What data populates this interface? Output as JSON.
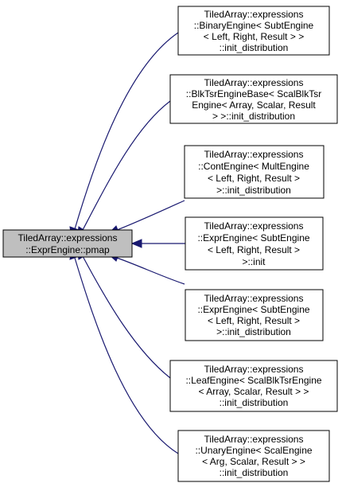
{
  "diagram": {
    "focus_node": {
      "lines": [
        "TiledArray::expressions",
        "::ExprEngine::pmap"
      ]
    },
    "nodes": [
      {
        "lines": [
          "TiledArray::expressions",
          "::BinaryEngine< SubtEngine",
          "< Left, Right, Result > >",
          "::init_distribution"
        ]
      },
      {
        "lines": [
          "TiledArray::expressions",
          "::BlkTsrEngineBase< ScalBlkTsr",
          "Engine< Array, Scalar, Result",
          "> >::init_distribution"
        ]
      },
      {
        "lines": [
          "TiledArray::expressions",
          "::ContEngine< MultEngine",
          "< Left, Right, Result >",
          ">::init_distribution"
        ]
      },
      {
        "lines": [
          "TiledArray::expressions",
          "::ExprEngine< SubtEngine",
          "< Left, Right, Result >",
          ">::init"
        ]
      },
      {
        "lines": [
          "TiledArray::expressions",
          "::ExprEngine< SubtEngine",
          "< Left, Right, Result >",
          ">::init_distribution"
        ]
      },
      {
        "lines": [
          "TiledArray::expressions",
          "::LeafEngine< ScalBlkTsrEngine",
          "< Array, Scalar, Result > >",
          "::init_distribution"
        ]
      },
      {
        "lines": [
          "TiledArray::expressions",
          "::UnaryEngine< ScalEngine",
          "< Arg, Scalar, Result > >",
          "::init_distribution"
        ]
      }
    ],
    "colors": {
      "edge": "#191970",
      "focus_fill": "#bfbfbf",
      "node_fill": "#ffffff",
      "border": "#000000"
    }
  }
}
